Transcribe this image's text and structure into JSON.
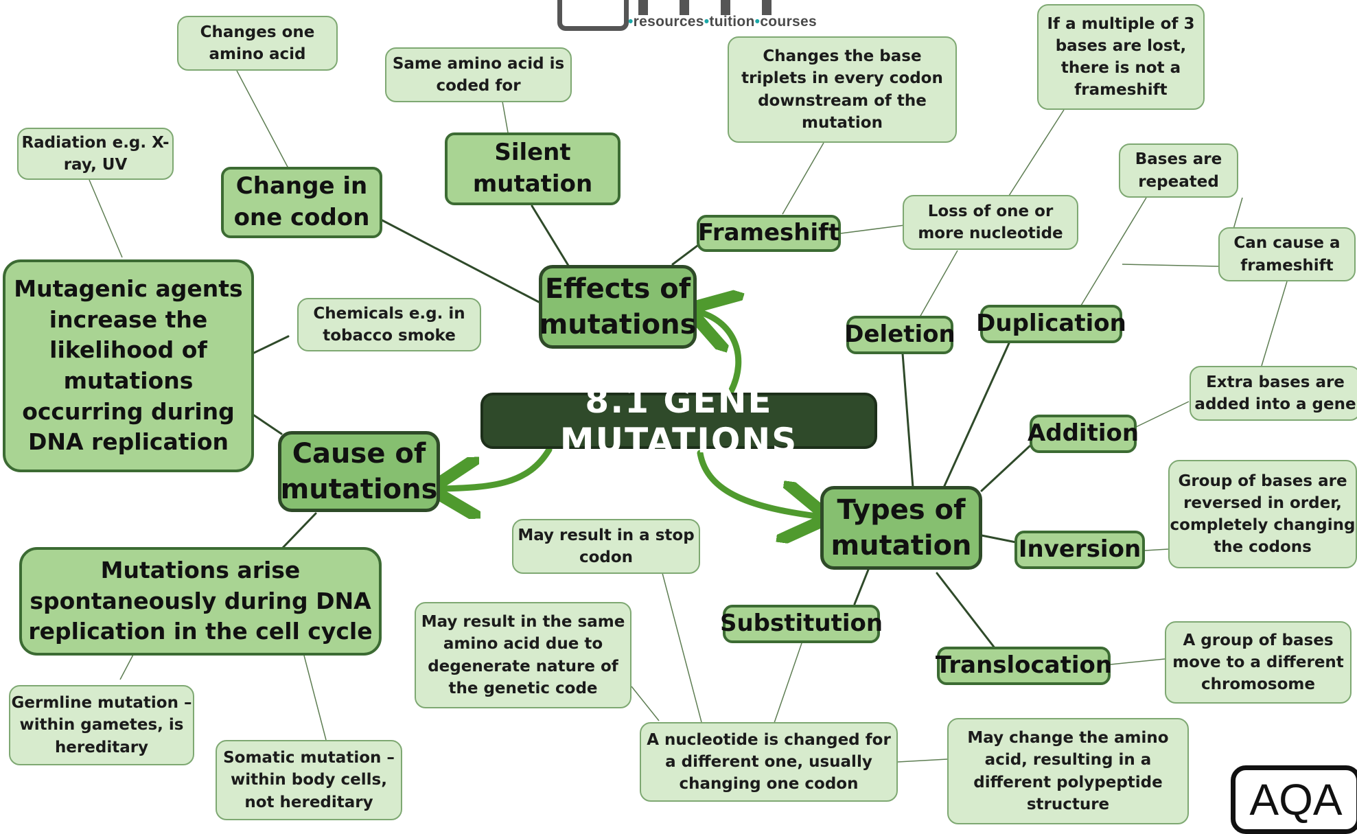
{
  "title": "8.1 GENE MUTATIONS",
  "logo": {
    "tagline_parts": [
      "resources",
      "tuition",
      "courses"
    ]
  },
  "exam_board": "AQA",
  "hubs": {
    "effects": "Effects of mutations",
    "cause": "Cause of mutations",
    "types": "Types of mutation"
  },
  "effects": {
    "silent": {
      "label": "Silent mutation",
      "note": "Same amino acid is coded for"
    },
    "change_codon": {
      "label": "Change in one codon",
      "note": "Changes one amino acid"
    },
    "frameshift": {
      "label": "Frameshift",
      "note": "Changes the base triplets in every codon downstream of the mutation"
    }
  },
  "causes": {
    "mutagenic": "Mutagenic agents increase the likelihood of mutations occurring during DNA replication",
    "radiation": "Radiation e.g. X-ray, UV",
    "chemicals": "Chemicals e.g. in tobacco smoke",
    "spontaneous": "Mutations arise spontaneously during DNA replication in the cell cycle",
    "germline": "Germline mutation – within gametes, is hereditary",
    "somatic": "Somatic mutation – within body cells, not hereditary"
  },
  "types": {
    "deletion": {
      "label": "Deletion",
      "note": "Loss of one or more nucleotide",
      "subnote": "If a multiple of 3 bases are lost, there is not a frameshift"
    },
    "duplication": {
      "label": "Duplication",
      "note_a": "Bases are repeated",
      "note_b": "Can cause a frameshift"
    },
    "addition": {
      "label": "Addition",
      "note": "Extra bases are added into a gene"
    },
    "inversion": {
      "label": "Inversion",
      "note": "Group of bases are reversed in order, completely changing the codons"
    },
    "translocation": {
      "label": "Translocation",
      "note": "A group of bases move to a different chromosome"
    },
    "substitution": {
      "label": "Substitution",
      "note": "A nucleotide is changed for a different one, usually changing one codon",
      "outcome_stop": "May result in a stop codon",
      "outcome_same": "May result in the same amino acid due to degenerate nature of the genetic code",
      "outcome_change": "May change the amino acid, resulting in a different polypeptide structure"
    }
  },
  "colors": {
    "title_fill": "#2f4a2a",
    "hub_fill": "#86bf70",
    "category_fill": "#a9d493",
    "note_fill": "#d7ebcd",
    "arrow": "#4f9a2e"
  }
}
